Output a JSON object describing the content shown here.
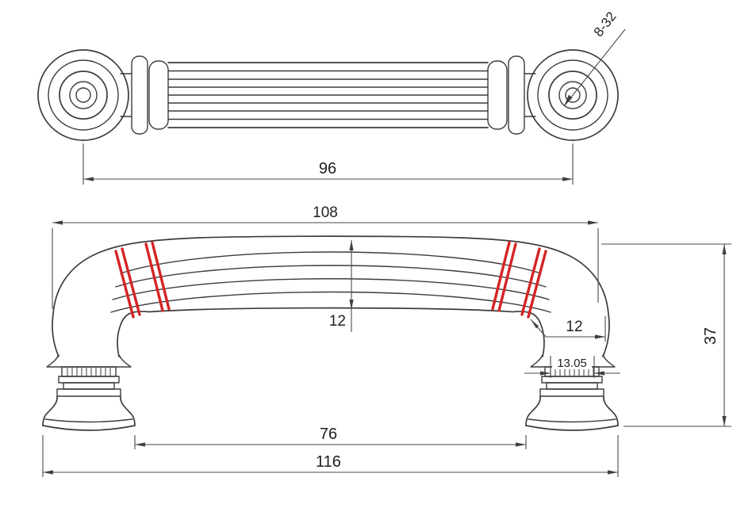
{
  "colors": {
    "background": "#ffffff",
    "object_line": "#3c3c3c",
    "dimension_line": "#4a4a4a",
    "accent_red": "#d42424",
    "text": "#1f1f1f"
  },
  "top_view": {
    "thread_callout": "8-32",
    "center_distance": "96"
  },
  "front_view": {
    "overall_top_width": "108",
    "grip_thickness": "12",
    "end_overhang": "12",
    "post_diameter": "13.05",
    "overall_height": "37",
    "inner_foot_spacing": "76",
    "overall_width": "116"
  }
}
